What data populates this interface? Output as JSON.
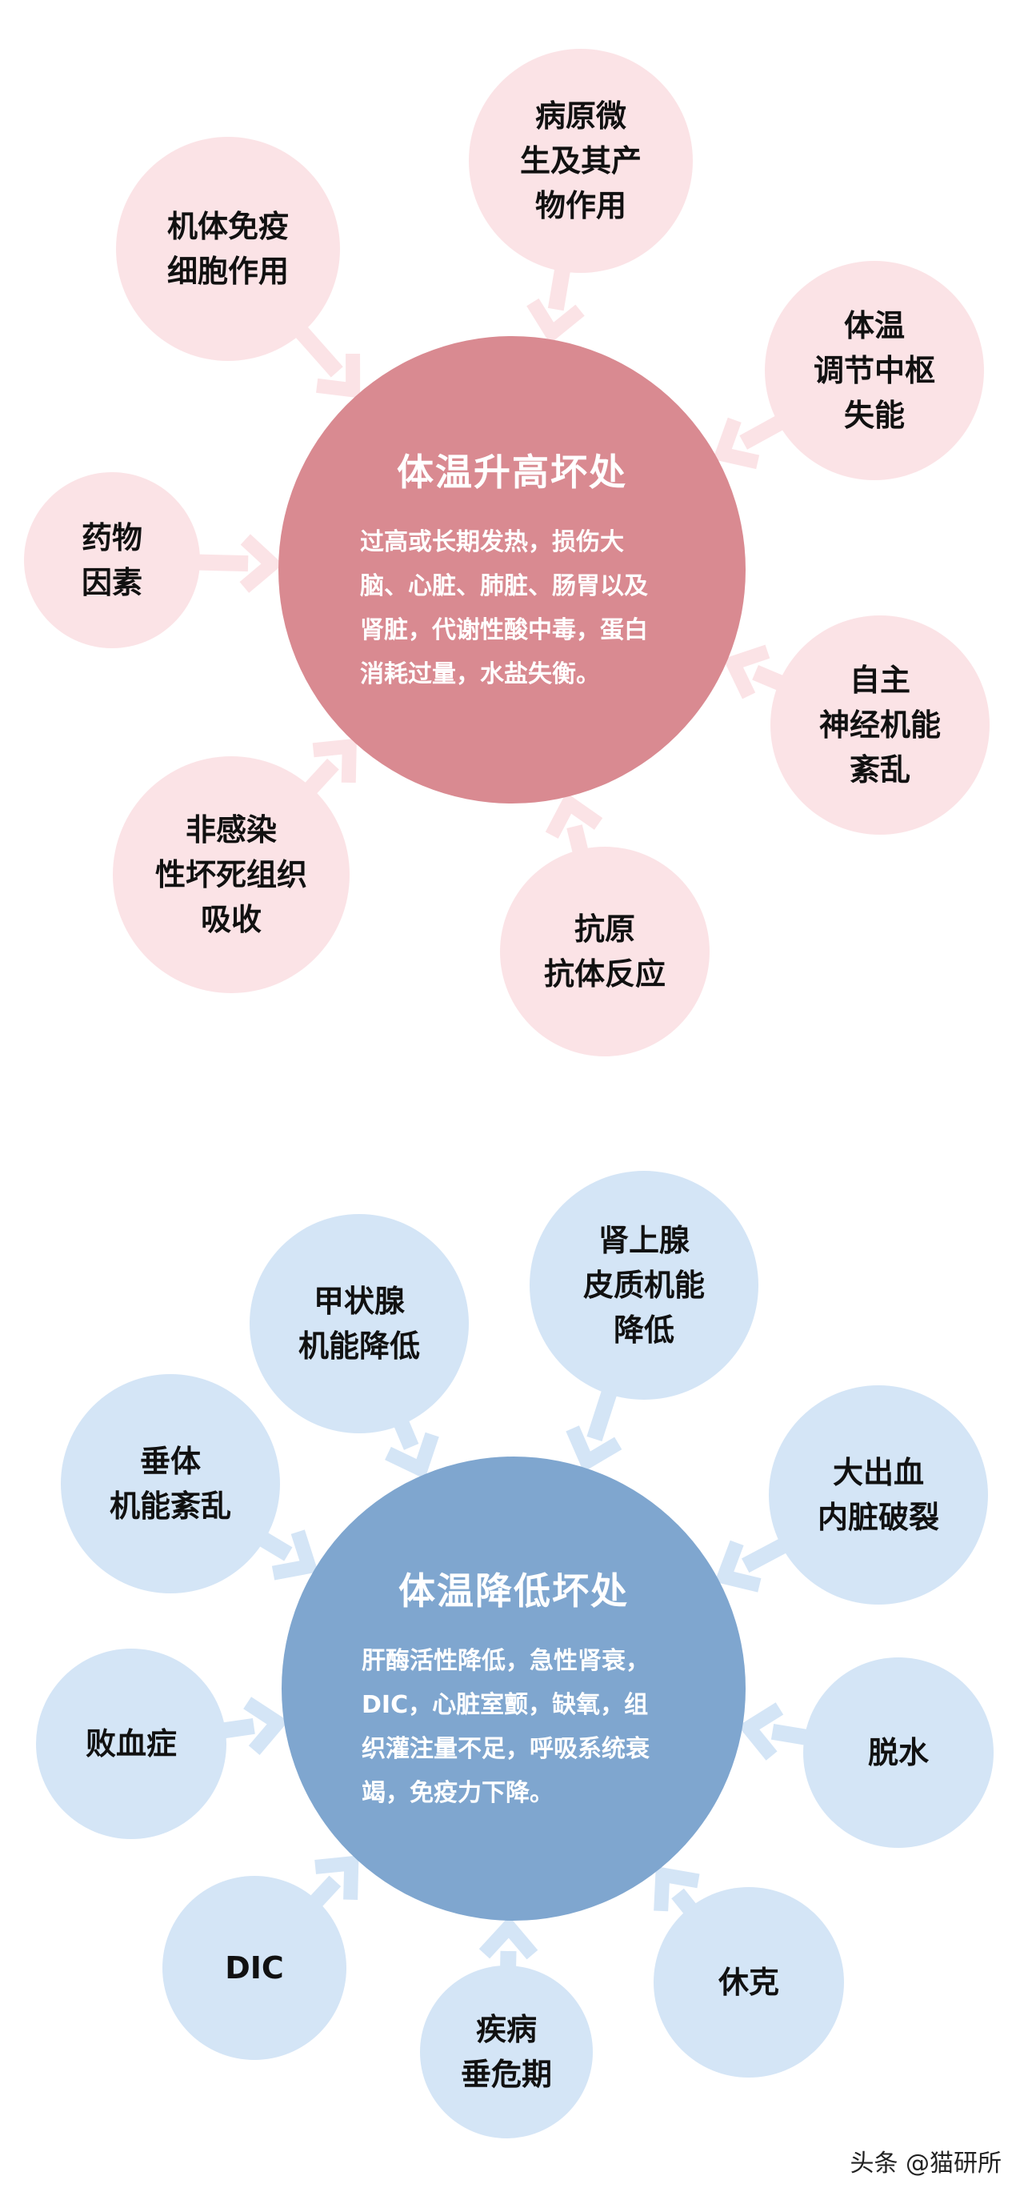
{
  "colors": {
    "pink_outer": "#fbe3e6",
    "pink_center": "#d98a91",
    "blue_outer": "#d4e5f6",
    "blue_center": "#7fa6cf"
  },
  "rise": {
    "title": "体温升高坏处",
    "body": "过高或长期发热，损伤大脑、心脏、肺脏、肠胃以及肾脏，代谢性酸中毒，蛋白消耗过量，水盐失衡。",
    "causes": [
      "病原微\n生及其产\n物作用",
      "机体免疫\n细胞作用",
      "体温\n调节中枢\n失能",
      "药物\n因素",
      "自主\n神经机能\n紊乱",
      "非感染\n性坏死组织\n吸收",
      "抗原\n抗体反应"
    ]
  },
  "fall": {
    "title": "体温降低坏处",
    "body": "肝酶活性降低，急性肾衰，DIC，心脏室颤，缺氧，组织灌注量不足，呼吸系统衰竭，免疫力下降。",
    "causes": [
      "甲状腺\n机能降低",
      "肾上腺\n皮质机能\n降低",
      "垂体\n机能紊乱",
      "大出血\n内脏破裂",
      "败血症",
      "脱水",
      "DIC",
      "疾病\n垂危期",
      "休克"
    ]
  },
  "footer": "头条 @猫研所"
}
